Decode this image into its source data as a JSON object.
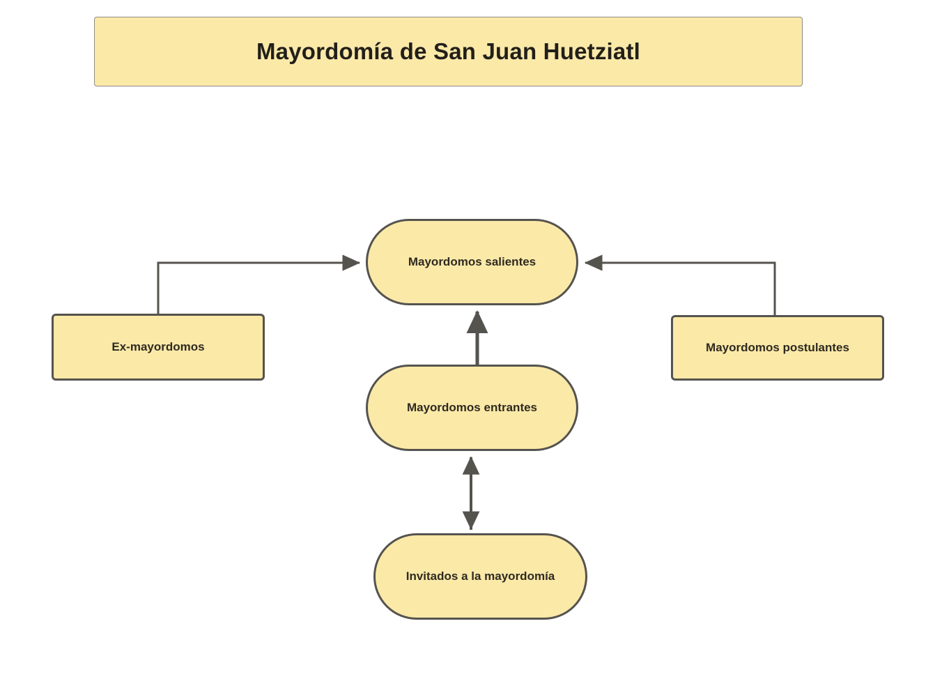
{
  "title": {
    "text": "Mayordomía de San Juan Huetziatl"
  },
  "theme": {
    "background": "#ffffff",
    "node_fill": "#FBE9A8",
    "node_border": "#55534E",
    "title_border": "#8d8a84",
    "text_color": "#2f2a20",
    "edge_color": "#55534E"
  },
  "diagram": {
    "type": "flowchart",
    "nodes": [
      {
        "id": "salientes",
        "label": "Mayordomos salientes",
        "shape": "stadium"
      },
      {
        "id": "entrantes",
        "label": "Mayordomos entrantes",
        "shape": "stadium"
      },
      {
        "id": "invitados",
        "label": "Invitados a la mayordomía",
        "shape": "stadium"
      },
      {
        "id": "ex",
        "label": "Ex-mayordomos",
        "shape": "rectangle"
      },
      {
        "id": "postulantes",
        "label": "Mayordomos postulantes",
        "shape": "rectangle"
      }
    ],
    "edges": [
      {
        "from": "ex",
        "to": "salientes",
        "direction": "one-way",
        "label": ""
      },
      {
        "from": "postulantes",
        "to": "salientes",
        "direction": "one-way",
        "label": ""
      },
      {
        "from": "entrantes",
        "to": "salientes",
        "direction": "one-way",
        "label": ""
      },
      {
        "from": "invitados",
        "to": "entrantes",
        "direction": "two-way",
        "label": ""
      }
    ]
  }
}
